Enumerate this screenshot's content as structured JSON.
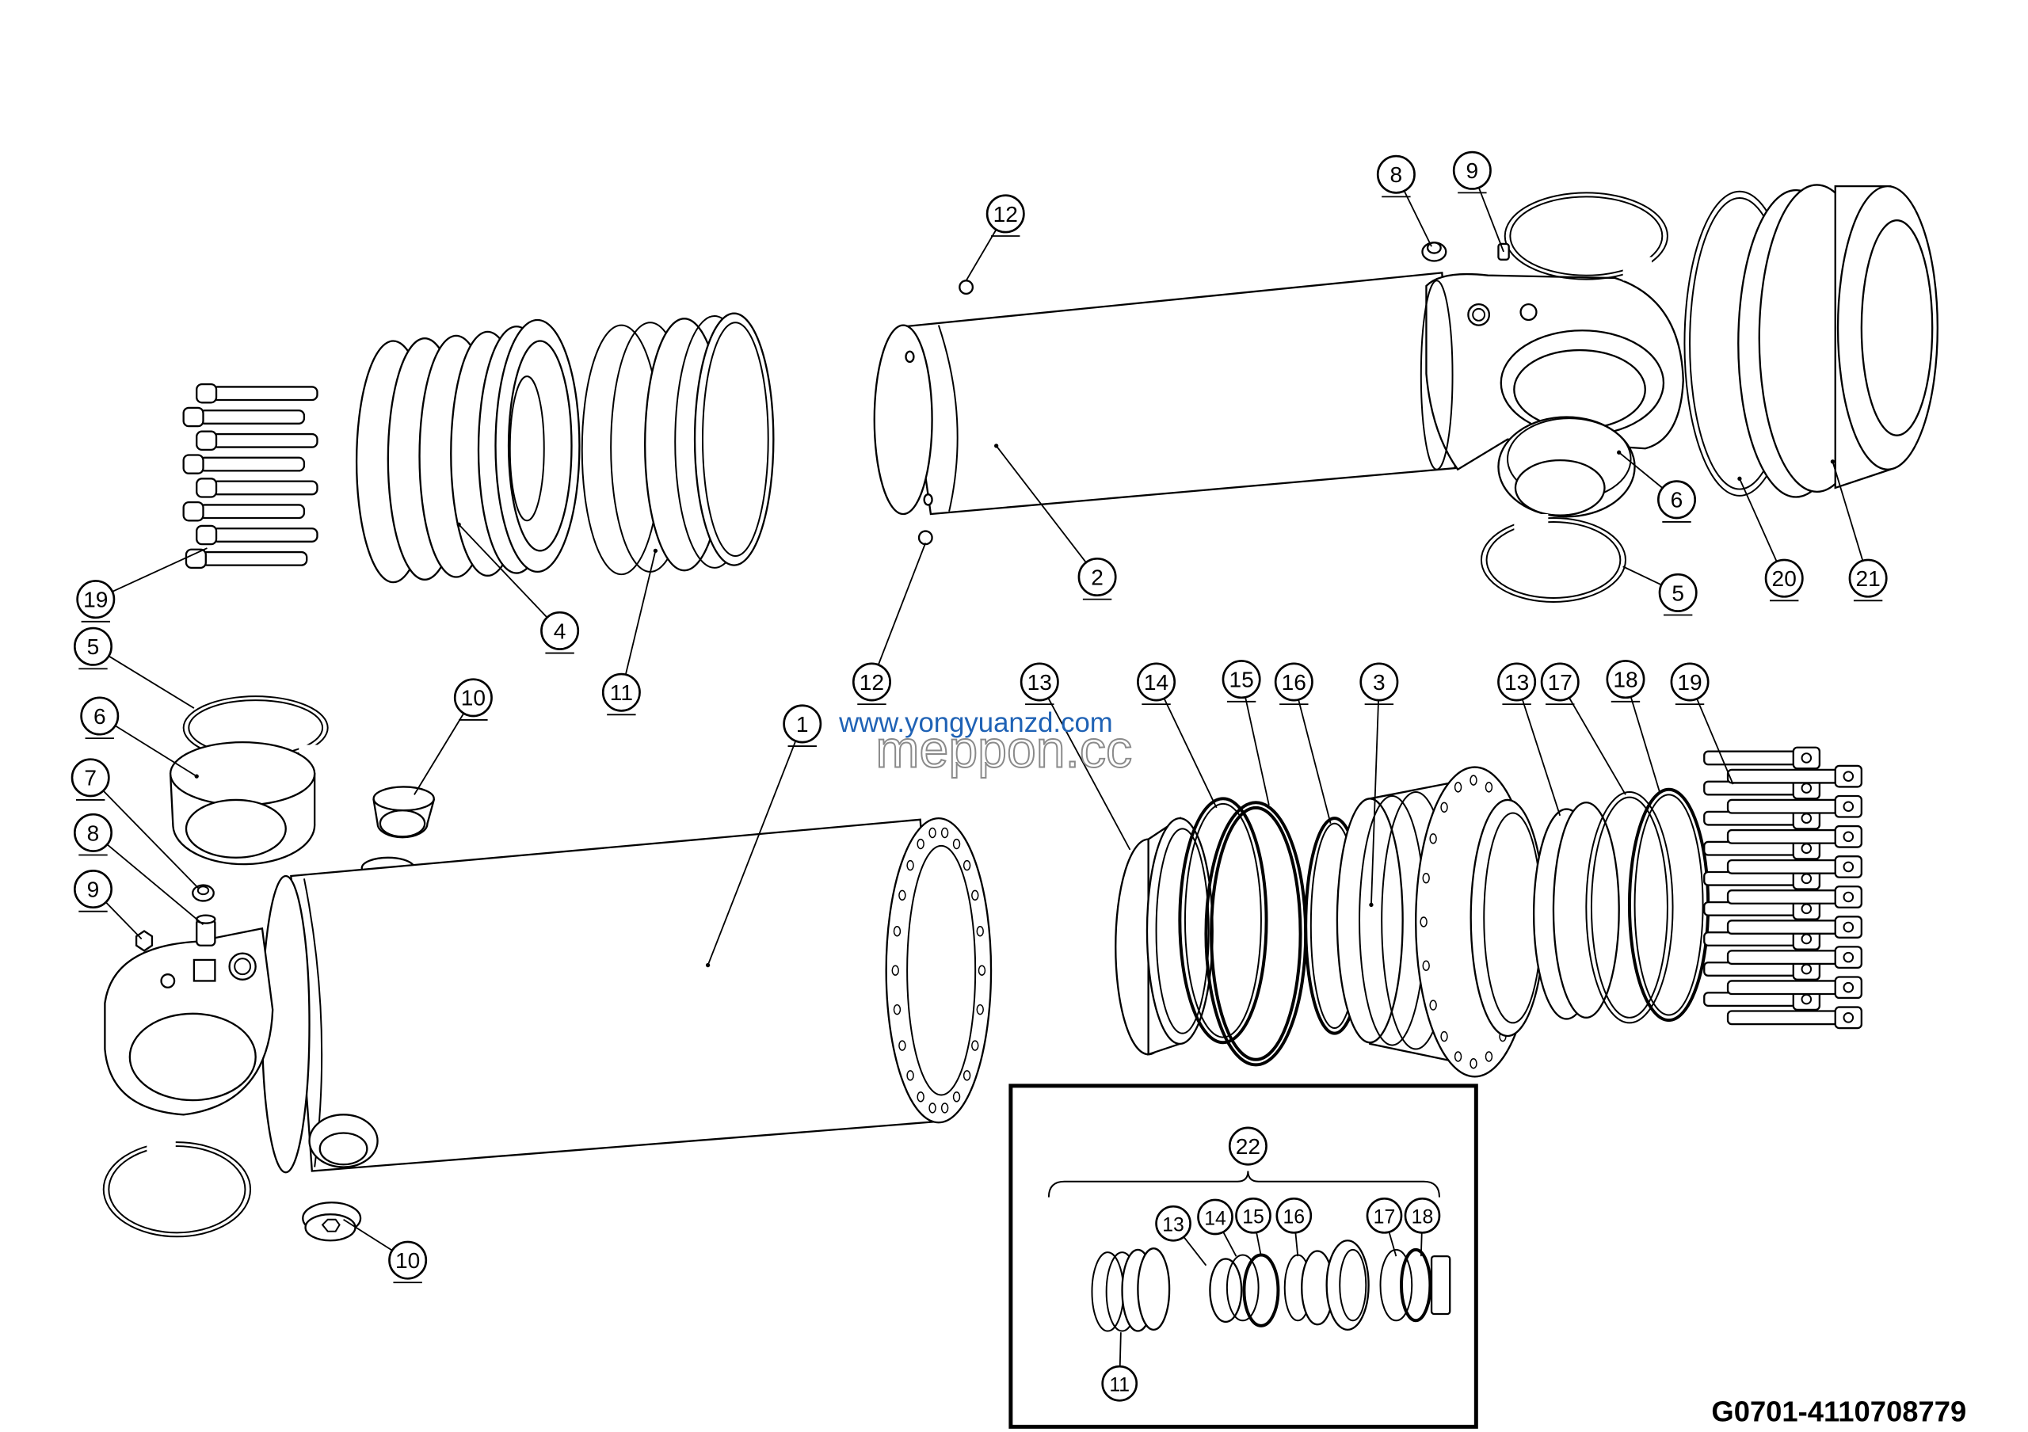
{
  "diagram": {
    "callouts": [
      "12",
      "8",
      "9",
      "6",
      "5",
      "20",
      "21",
      "2",
      "19",
      "4",
      "11",
      "5",
      "6",
      "10",
      "7",
      "8",
      "9",
      "1",
      "12",
      "13",
      "14",
      "15",
      "16",
      "3",
      "13",
      "17",
      "18",
      "19",
      "10"
    ],
    "inset": {
      "group_label": "22",
      "callouts": [
        "13",
        "14",
        "15",
        "16",
        "17",
        "18",
        "11"
      ]
    }
  },
  "watermark": {
    "url_text": "www.yongyuanzd.com",
    "brand_text": "meppon.cc"
  },
  "drawing_number": "G0701-4110708779",
  "colors": {
    "line": "#000000",
    "background": "#ffffff",
    "watermark_url": "#1f62b5",
    "watermark_brand": "#8a8a8a"
  }
}
